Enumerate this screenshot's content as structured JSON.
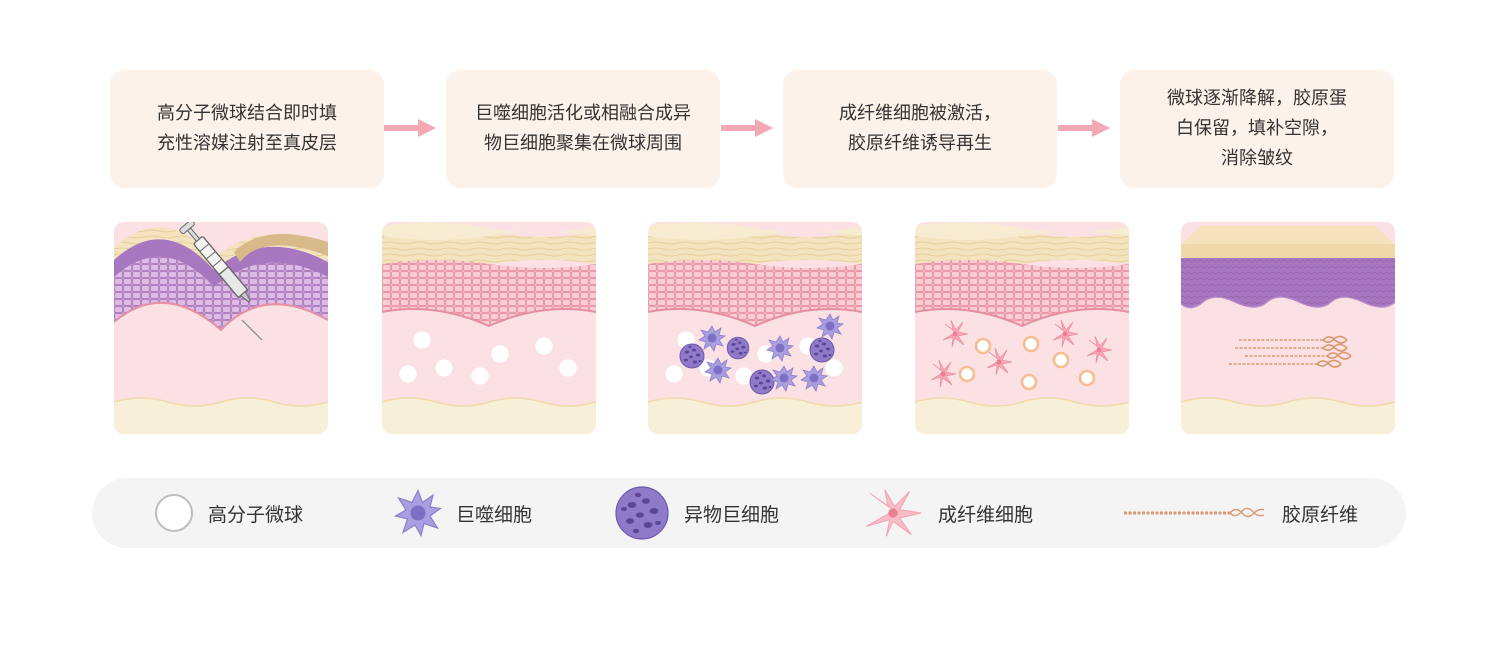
{
  "steps": [
    {
      "text": "高分子微球结合即时填\n充性溶媒注射至真皮层"
    },
    {
      "text": "巨噬细胞活化或相融合成异\n物巨细胞聚集在微球周围"
    },
    {
      "text": "成纤维细胞被激活，\n胶原纤维诱导再生"
    },
    {
      "text": "微球逐渐降解，胶原蛋\n白保留，填补空隙，\n消除皱纹"
    }
  ],
  "legend": {
    "microsphere": "高分子微球",
    "macrophage": "巨噬细胞",
    "giant_cell": "异物巨细胞",
    "fibroblast": "成纤维细胞",
    "collagen": "胶原纤维"
  },
  "colors": {
    "box_bg": "#fdf2ea",
    "arrow": "#f4a7b5",
    "macrophage": "#a99ee0",
    "giant_cell": "#8f79c9",
    "fibroblast": "#f5aab7",
    "collagen": "#d99a72",
    "dermis": "#fbe1e4",
    "epidermis_pink": "#f2a9b4",
    "epidermis_purple": "#b98cc8",
    "stratum": "#f0dfb8"
  },
  "icons": [
    "syringe-icon",
    "microsphere-icon",
    "macrophage-icon",
    "giant-cell-icon",
    "fibroblast-icon",
    "collagen-fiber-icon",
    "arrow-right-icon"
  ]
}
